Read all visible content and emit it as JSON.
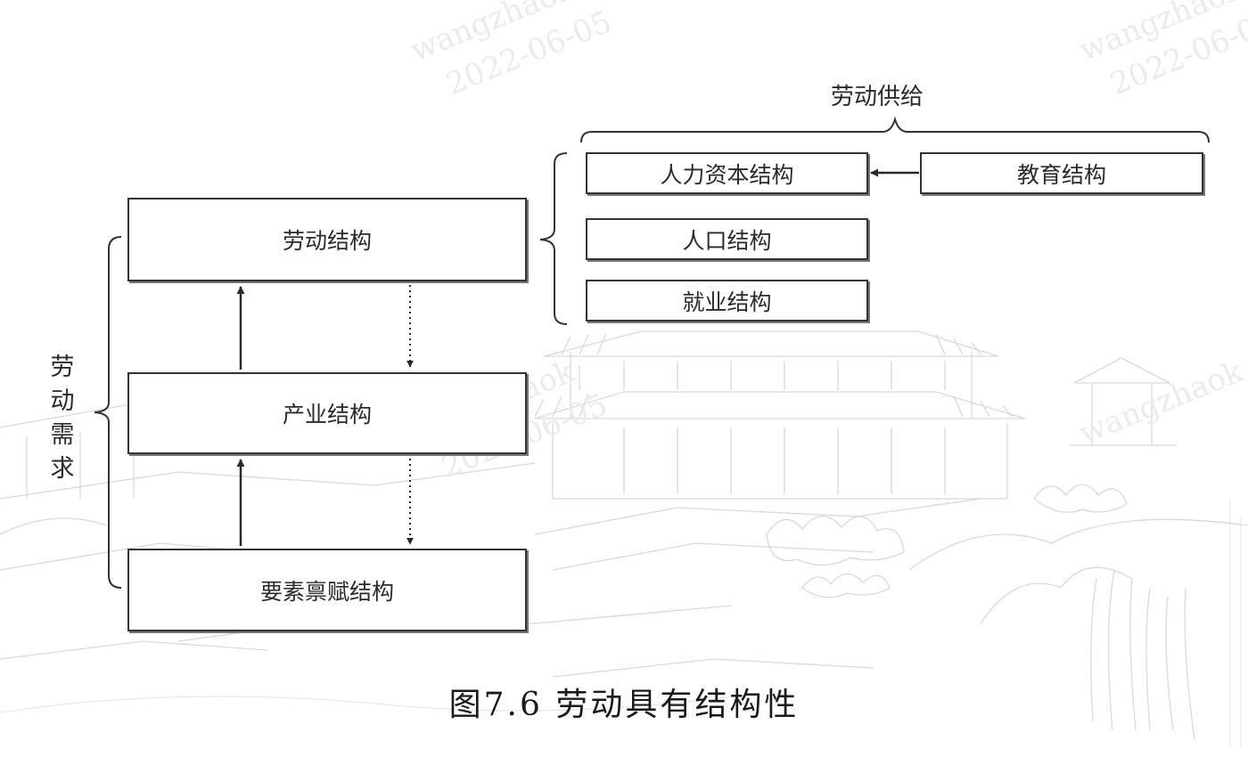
{
  "diagram": {
    "supply_label": "劳动供给",
    "demand_label": "劳动需求",
    "boxes": {
      "labor_structure": "劳动结构",
      "industry_structure": "产业结构",
      "factor_endowment": "要素禀赋结构",
      "human_capital": "人力资本结构",
      "education": "教育结构",
      "population": "人口结构",
      "employment": "就业结构"
    }
  },
  "caption": "图7.6 劳动具有结构性",
  "watermark": {
    "user": "wangzhaok",
    "date": "2022-06-05"
  }
}
